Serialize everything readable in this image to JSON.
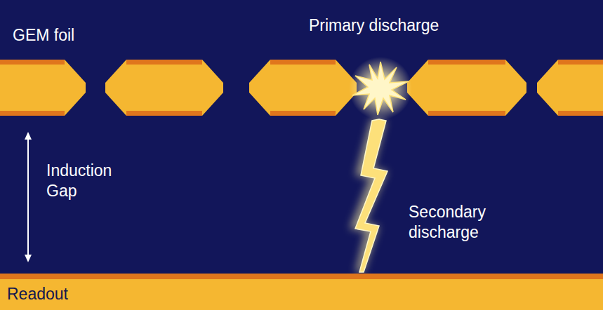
{
  "diagram": {
    "nodes": [
      {
        "text": [
          "Readout"
        ]
      }
    ],
    "labels": [
      "GEM foil",
      "Primary discharge",
      "Induction Gap",
      "Secondary discharge"
    ]
  }
}
